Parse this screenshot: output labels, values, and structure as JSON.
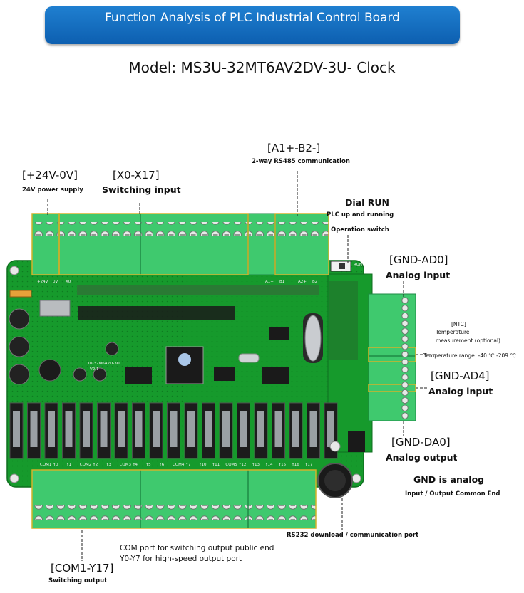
{
  "banner": {
    "title": "Function Analysis of PLC Industrial Control Board"
  },
  "model": "Model: MS3U-32MT6AV2DV-3U- Clock",
  "callouts": {
    "power": {
      "name": "[+24V-0V]",
      "desc": "24V power supply"
    },
    "xin": {
      "name": "[X0-X17]",
      "desc": "Switching input"
    },
    "rs485": {
      "name": "[A1+-B2-]",
      "desc": "2-way RS485 communication"
    },
    "dial": {
      "name": "Dial RUN",
      "desc1": "PLC up and running",
      "desc2": "Operation switch"
    },
    "ad0": {
      "name": "[GND-AD0]",
      "desc": "Analog input"
    },
    "ntc": {
      "line1": "[NTC]",
      "line2": "Temperature",
      "line3": "measurement (optional)",
      "range": "Temperature range: -40 ℃ -209 ℃"
    },
    "ad4": {
      "name": "[GND-AD4]",
      "desc": "Analog input"
    },
    "da0": {
      "name": "[GND-DA0]",
      "desc": "Analog output"
    },
    "gnd": {
      "name": "GND is analog",
      "desc": "Input / Output Common End"
    },
    "rs232": {
      "desc": "RS232 download / communication port"
    },
    "com": {
      "line1": "COM port for switching output public end",
      "line2": "Y0-Y7 for high-speed output port"
    },
    "yout": {
      "name": "[COM1-Y17]",
      "desc": "Switching output"
    }
  },
  "silk": {
    "top": [
      "+24V",
      "0V",
      "X0",
      "A1+",
      "B1",
      "A2+",
      "B2"
    ],
    "bottom": [
      "COM1",
      "Y0",
      "Y1",
      "COM2",
      "Y2",
      "Y3",
      "COM3",
      "Y4",
      "Y5",
      "Y6",
      "COM4",
      "Y7",
      "Y10",
      "Y11",
      "COM5",
      "Y12",
      "Y13",
      "Y14",
      "Y15",
      "Y16",
      "Y17"
    ],
    "switch": "RUN",
    "board_id": "3U-32M6A2D-3U",
    "board_rev": "V2.1"
  },
  "colors": {
    "board": "#169a2c",
    "terminal": "#3fc96e",
    "screw": "#dfe3e0",
    "banner": "#1768c0",
    "highlight": "#d4b22a"
  }
}
